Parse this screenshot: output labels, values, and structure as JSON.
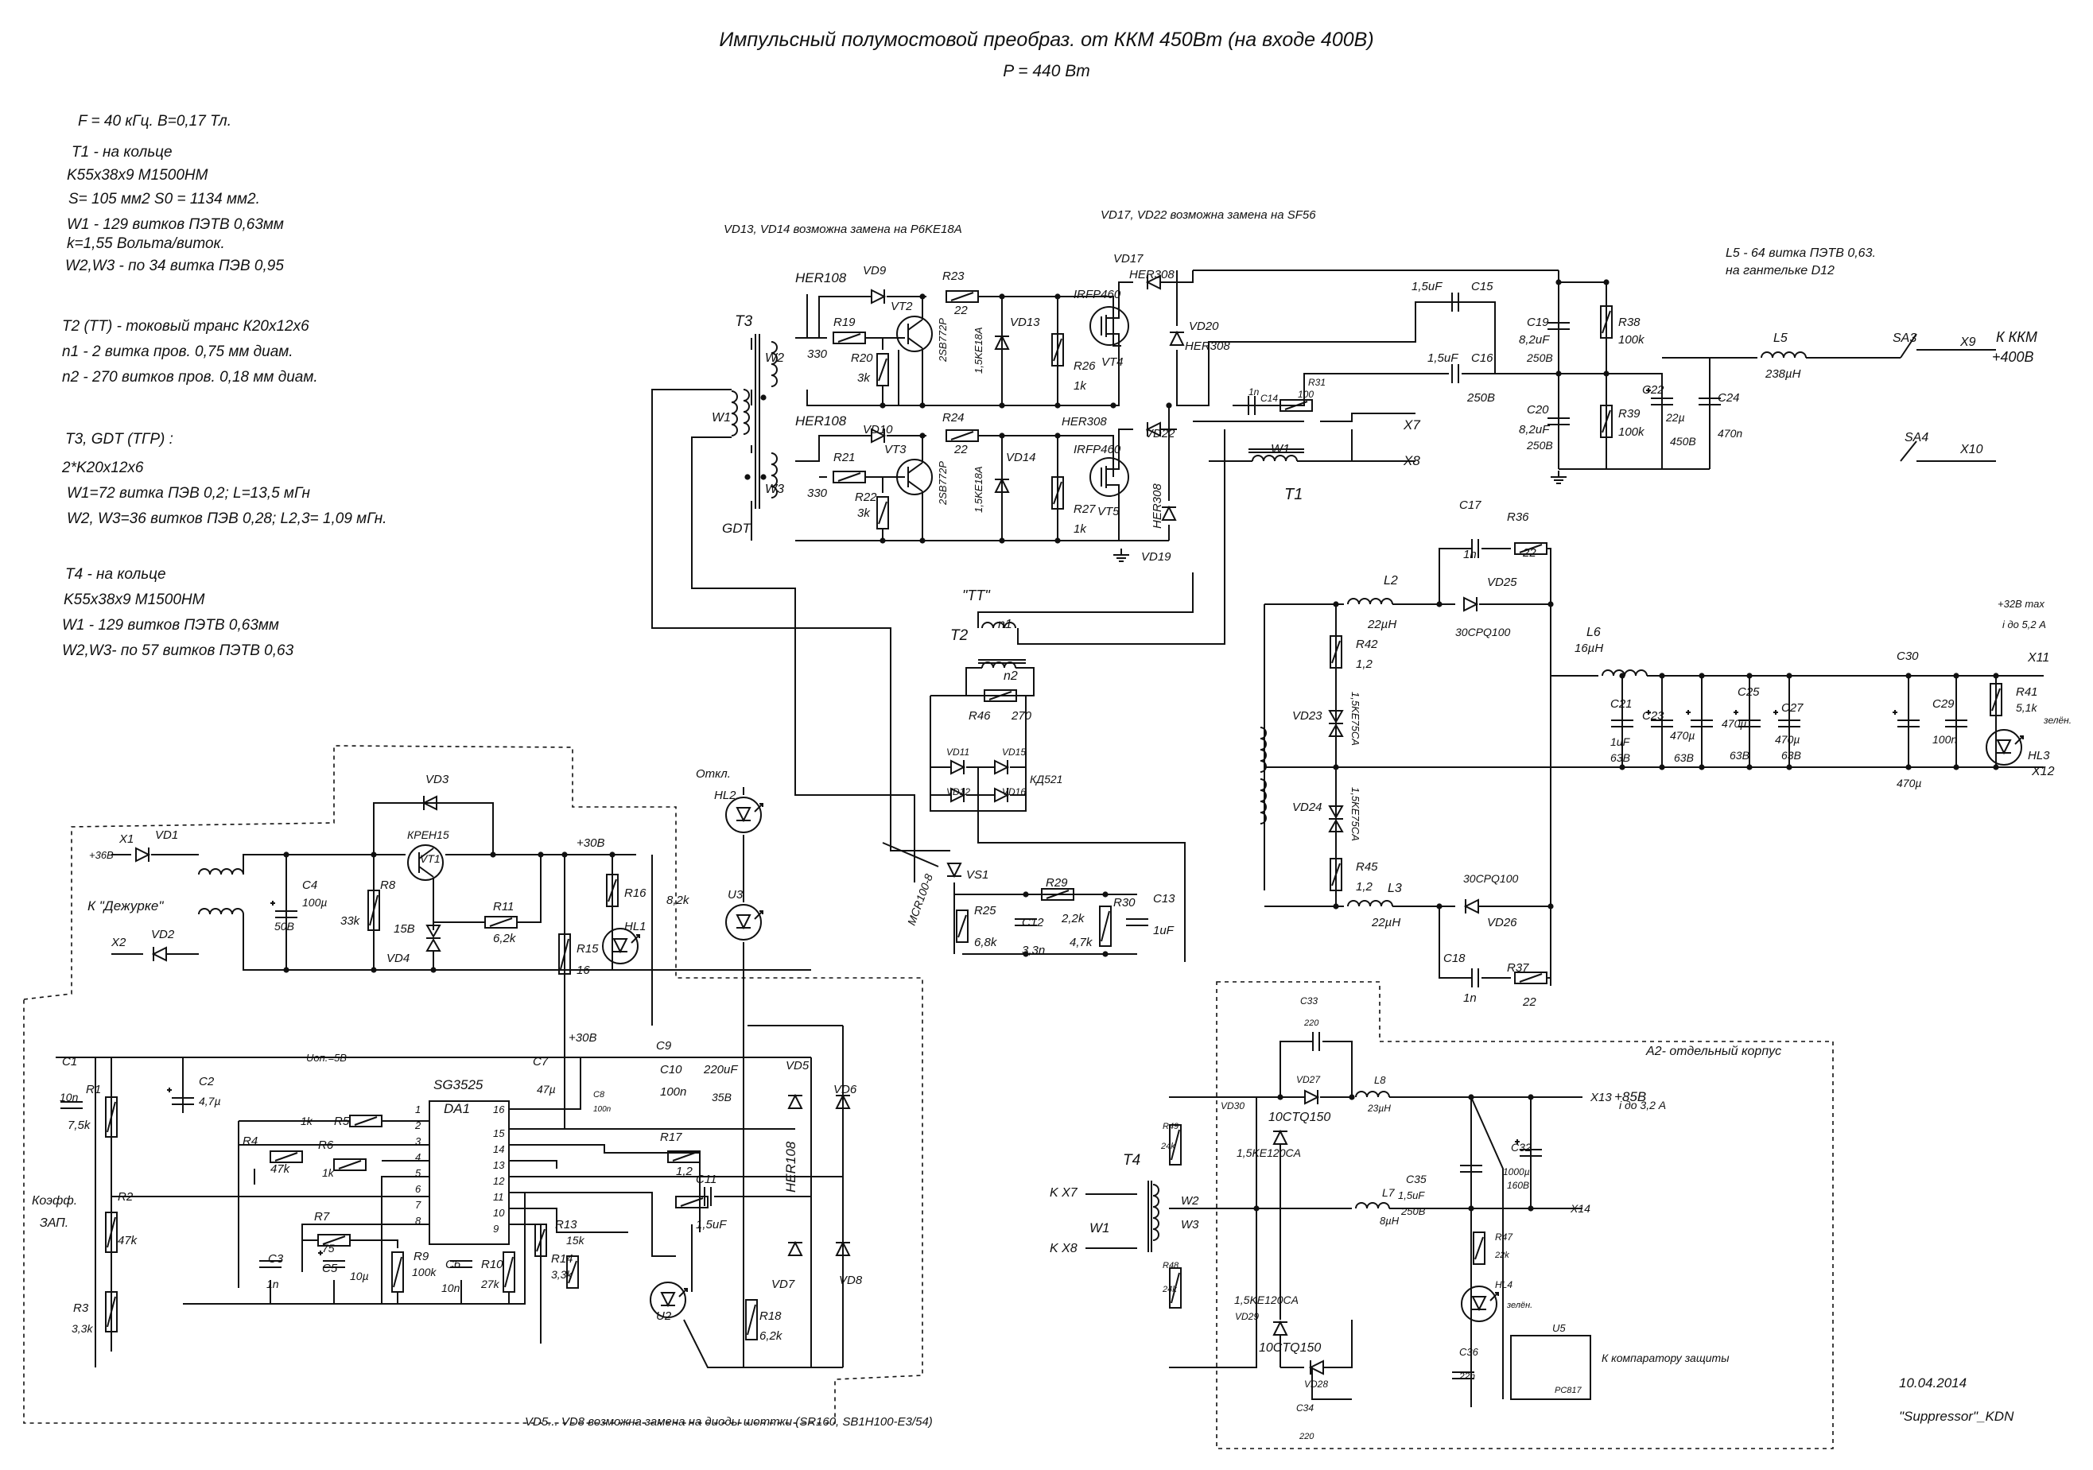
{
  "header": {
    "title": "Импульсный полумостовой преобраз. от ККМ 450Вт (на входе 400В)",
    "subtitle": "P = 440 Вт"
  },
  "notes": [
    "F = 40 кГц.  B=0,17 Тл.",
    "T1 - на  кольце",
    "K55x38x9  M1500HM",
    "S= 105 мм2    S0 = 1134 мм2.",
    "W1 - 129 витков ПЭТВ 0,63мм",
    "k=1,55 Вольта/виток.",
    "W2,W3 - по 34 витка ПЭВ 0,95",
    "T2 (TT) - токовый транс К20х12х6",
    "n1 - 2 витка пров. 0,75 мм диам.",
    "n2 - 270 витков пров. 0,18 мм диам.",
    "T3, GDT (ТГР)  :",
    "2*K20x12x6",
    "W1=72 витка  ПЭВ 0,2;  L=13,5 мГн",
    "W2, W3=36 витков  ПЭВ 0,28; L2,3= 1,09 мГн.",
    "T4 - на  кольце",
    "K55x38x9  M1500HM",
    "W1 - 129 витков ПЭТВ 0,63мм",
    "W2,W3- по 57 витков ПЭТВ 0,63"
  ],
  "small_notes": {
    "vd13": "VD13, VD14 возможна замена на P6KE18A",
    "vd17": "VD17, VD22 возможна замена на SF56",
    "l5": "L5 - 64 витка ПЭТВ 0,63.",
    "l5b": "на гантельке D12",
    "vd5": "VD5... VD8 возможна замена на диоды шоттки (SR160, SB1H100-E3/54)",
    "a2": "A2- отдельный корпус",
    "date": "10.04.2014",
    "author": "\"Suppressor\"_KDN",
    "out32": "+32В max",
    "out32b": "i до 5,2 А",
    "out85": "i до 3,2 А",
    "kcomp": "К компаратору защиты"
  },
  "labels": {
    "t3": "T3",
    "gdt": "GDT",
    "w1": "W1",
    "w2": "W2",
    "w3": "W3",
    "her108a": "HER108",
    "vd9": "VD9",
    "r23": "R23",
    "r23v": "22",
    "r19": "R19",
    "r19v": "330",
    "vt2": "VT2",
    "r20": "R20",
    "r20v": "3k",
    "vt2p": "2SB772P",
    "vd13": "VD13",
    "vd13p": "1,5KE18A",
    "r26": "R26",
    "r26v": "1k",
    "irfp460a": "IRFP460",
    "vt4": "VT4",
    "vd17": "VD17",
    "her308a": "HER308",
    "vd20": "VD20",
    "her308b": "HER308",
    "her108b": "HER108",
    "vd10": "VD10",
    "r24": "R24",
    "r24v": "22",
    "r21": "R21",
    "r21v": "330",
    "vt3": "VT3",
    "r22": "R22",
    "r22v": "3k",
    "vt3p": "2SB772P",
    "vd14": "VD14",
    "vd14p": "1,5KE18A",
    "r27": "R27",
    "r27v": "1k",
    "irfp460b": "IRFP460",
    "vt5": "VT5",
    "her308c": "HER308",
    "vd22": "VD22",
    "her308d": "HER308",
    "vd19": "VD19",
    "c15v": "1,5uF",
    "c15": "C15",
    "c16v": "1,5uF",
    "c16": "C16",
    "c16b": "250B",
    "c19": "C19",
    "c19v": "8,2uF",
    "c19b": "250B",
    "r38": "R38",
    "r38v": "100k",
    "c20": "C20",
    "c20v": "8,2uF",
    "c20b": "250B",
    "r39": "R39",
    "r39v": "100k",
    "c22": "C22",
    "c22v": "22µ",
    "c22b": "450B",
    "c24": "C24",
    "c24v": "470n",
    "l5": "L5",
    "l5v": "238µH",
    "sa3": "SA3",
    "sa4": "SA4",
    "x9": "X9",
    "kkm": "К ККМ",
    "p400": "+400В",
    "x10": "X10",
    "c14": "C14",
    "c14v": "1n",
    "r31": "R31",
    "r31v": "100",
    "x7": "X7",
    "x8": "X8",
    "t1": "T1",
    "tt": "\"TT\"",
    "t2": "T2",
    "n1": "n1",
    "n2": "n2",
    "r46": "R46",
    "r46v": "270",
    "vd11": "VD11",
    "vd15": "VD15",
    "kd521": "КД521",
    "vd12": "VD12",
    "vd16": "VD16",
    "mcr": "MCR100-8",
    "vs1": "VS1",
    "r29": "R29",
    "r29v": "2,2k",
    "r30": "R30",
    "r30v": "4,7k",
    "c13": "C13",
    "c13v": "1uF",
    "r25": "R25",
    "r25v": "6,8k",
    "c12": "C12",
    "c12v": "3,3n",
    "c17": "C17",
    "c17v": "1n",
    "r36": "R36",
    "r36v": "22",
    "l2": "L2",
    "l2v": "22µH",
    "vd25": "VD25",
    "vd25p": "30CPQ100",
    "r42": "R42",
    "r42v": "1,2",
    "vd23": "VD23",
    "vd23p": "1,5KE75CA",
    "vd24": "VD24",
    "vd24p": "1,5KE75CA",
    "r45": "R45",
    "r45v": "1,2",
    "l3": "L3",
    "l3v": "22µH",
    "vd26p": "30CPQ100",
    "vd26": "VD26",
    "c18": "C18",
    "c18v": "1n",
    "r37": "R37",
    "r37v": "22",
    "l6": "L6",
    "l6v": "16µH",
    "c21": "C21",
    "c21v": "1uF",
    "c21b": "63B",
    "c23": "C23",
    "c23v": "470µ",
    "c23b": "63B",
    "c25": "C25",
    "c25v": "470µ",
    "c25b": "63B",
    "c27": "C27",
    "c27v": "470µ",
    "c27b": "63B",
    "c30": "C30",
    "c30v": "470µ",
    "c29": "C29",
    "c29v": "100n",
    "r41": "R41",
    "r41v": "5,1k",
    "hl3": "HL3",
    "zel": "зелён.",
    "x11": "X11",
    "x12": "X12",
    "x1": "X1",
    "p36": "+36B",
    "vd1": "VD1",
    "dezh": "К \"Дежурке\"",
    "x2": "X2",
    "vd2": "VD2",
    "vd3": "VD3",
    "kren": "КРЕН15",
    "vt1": "VT1",
    "c4": "C4",
    "c4v": "100µ",
    "c4b": "50B",
    "r8": "R8",
    "r8v": "33k",
    "v15": "15B",
    "vd4": "VD4",
    "r11": "R11",
    "r11v": "6,2k",
    "p30": "+30B",
    "r16": "R16",
    "r16v": "8,2k",
    "hl1": "HL1",
    "otkl": "Откл.",
    "hl2": "HL2",
    "u3": "U3",
    "r15": "R15",
    "r15v": "16",
    "c7": "C7",
    "c7v": "47µ",
    "c8": "C8",
    "c8v": "100n",
    "p30b": "+30B",
    "c9": "C9",
    "c9b": "220uF",
    "c10": "C10",
    "c10v": "100n",
    "c10b": "35B",
    "vd5": "VD5",
    "her108c": "HER108",
    "vd6": "VD6",
    "c1": "C1",
    "c1v": "10n",
    "c2": "C2",
    "c2v": "4,7µ",
    "uon": "Uоп.=5B",
    "sg": "SG3525",
    "r1": "R1",
    "r1v": "7,5k",
    "da1": "DA1",
    "r5": "R5",
    "r5v": "1k",
    "r4": "R4",
    "r4v": "47k",
    "r6": "R6",
    "r6v": "1k",
    "r2": "R2",
    "r2v": "47k",
    "kzap": "Коэфф.",
    "kzap2": "ЗАП.",
    "r7": "R7",
    "r7v": "75",
    "c3": "C3",
    "c3v": "1n",
    "c5": "C5",
    "c5v": "10µ",
    "r9": "R9",
    "r9v": "100k",
    "c6": "C6",
    "c6v": "10n",
    "r10": "R10",
    "r10v": "27k",
    "r13": "R13",
    "r13v": "15k",
    "r14": "R14",
    "r14v": "3,3k",
    "r3": "R3",
    "r3v": "3,3k",
    "r17": "R17",
    "r17v": "1,2",
    "c11": "C11",
    "c11v": "1,5uF",
    "u2": "U2",
    "r18": "R18",
    "r18v": "6,2k",
    "vd7": "VD7",
    "vd8": "VD8",
    "p1": "1",
    "p2": "2",
    "p3": "3",
    "p4": "4",
    "p5": "5",
    "p6": "6",
    "p7": "7",
    "p8": "8",
    "p9": "9",
    "p10": "10",
    "p11": "11",
    "p12": "12",
    "p13": "13",
    "p14": "14",
    "p15": "15",
    "p16": "16",
    "c33": "C33",
    "c33v": "220",
    "vd27": "VD27",
    "l8": "L8",
    "l8v": "23µH",
    "x13": "X13",
    "p85": "+85B",
    "vd30": "VD30",
    "vd30p": "1,5KE120CA",
    "c30b": "10CTQ150",
    "r49": "R49",
    "r49v": "24k",
    "t4": "T4",
    "kx7": "K X7",
    "kx8": "K X8",
    "w1b": "W1",
    "w2b": "W2",
    "w3b": "W3",
    "r48": "R48",
    "r48v": "24k",
    "c35": "C35",
    "c35v": "1,5uF",
    "c35b": "250B",
    "c32": "C32",
    "c32v": "1000µ",
    "c32b": "160B",
    "l7": "L7",
    "l7v": "8µH",
    "x14": "X14",
    "r47": "R47",
    "r47v": "22k",
    "hl4": "HL4",
    "zel2": "зелён.",
    "vd29p": "1,5KE120CA",
    "vd29": "VD29",
    "c36": "C36",
    "c36v": "22n",
    "u5": "U5",
    "pc817": "PC817",
    "ctq2": "10CTQ150",
    "vd28": "VD28",
    "c34": "C34",
    "c34v": "220"
  }
}
